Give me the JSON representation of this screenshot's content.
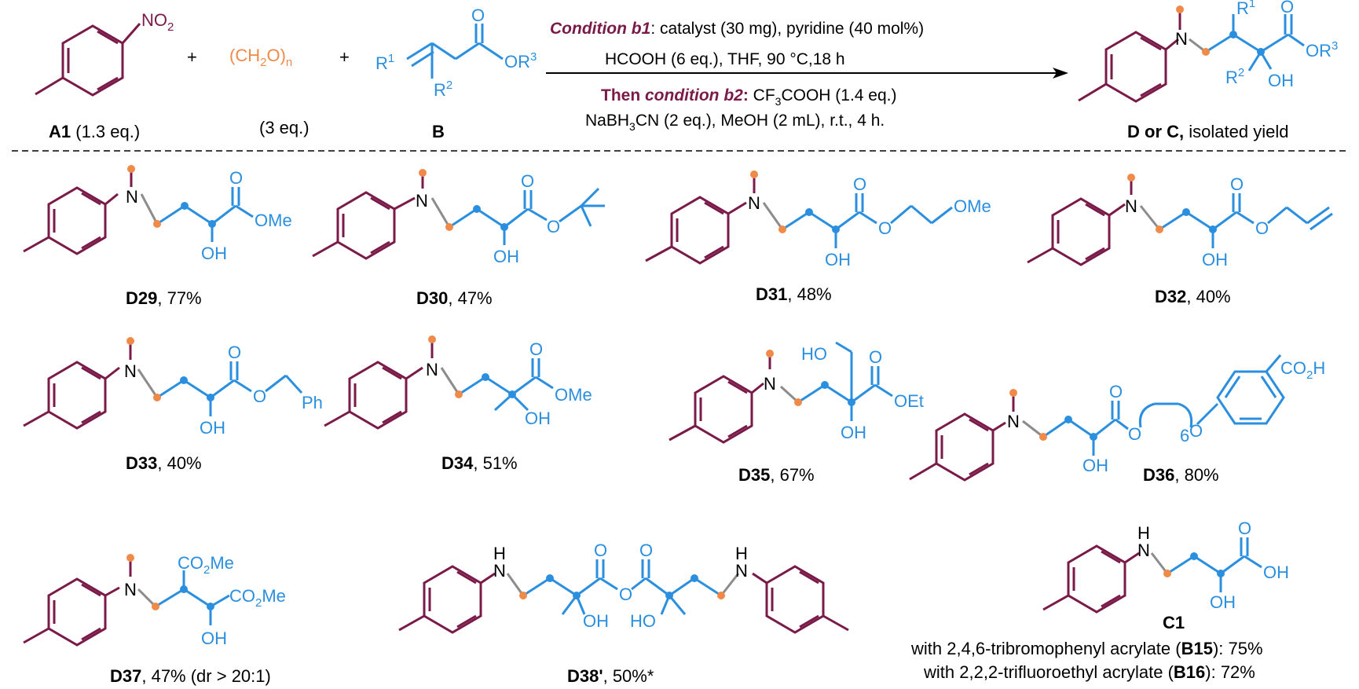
{
  "colors": {
    "aryl": "#7a1a48",
    "chain": "#2b8fe0",
    "formaldehyde": "#f08a48",
    "linker": "#8c8c8c"
  },
  "header": {
    "reactant_a_label": "A1",
    "reactant_a_eq": "(1.3 eq.)",
    "plus": "+",
    "formaldehyde_eq": "(3 eq.)",
    "reactant_b_label": "B",
    "product_label": "D or C,",
    "product_note": "isolated yield"
  },
  "conditions": {
    "b1_title": "Condition b1",
    "b1_text": ": catalyst (30 mg), pyridine (40 mol%)",
    "b1_line2": "HCOOH (6 eq.), THF, 90 °C,18 h",
    "b2_title_prefix": "Then ",
    "b2_title": "condition b2",
    "b2_colon": ": ",
    "b2_reagent": "CF",
    "b2_sub": "3",
    "b2_rest": "COOH (1.4 eq.)",
    "b2_line2_a": "NaBH",
    "b2_line2_sub": "3",
    "b2_line2_b": "CN (2 eq.), MeOH (2 mL), r.t., 4 h."
  },
  "atoms": {
    "NO2": "NO",
    "NO2_sub": "2",
    "CH2O_a": "(CH",
    "CH2O_sub": "2",
    "CH2O_b": "O)",
    "CH2O_n": "n",
    "R1": "R",
    "R1_sup": "1",
    "R2": "R",
    "R2_sup": "2",
    "OR3": "OR",
    "OR3_sup": "3",
    "N": "N",
    "NH": "H",
    "O": "O",
    "OH": "OH",
    "HO": "HO",
    "OMe": "OMe",
    "OEt": "OEt",
    "Ph": "Ph",
    "CO2H": "CO",
    "CO2H_sub": "2",
    "CO2H_end": "H",
    "CO2Me": "CO",
    "CO2Me_sub": "2",
    "CO2Me_end": "Me",
    "n6": "6"
  },
  "compounds": [
    {
      "id": "D29",
      "yield": ", 77%"
    },
    {
      "id": "D30",
      "yield": ", 47%"
    },
    {
      "id": "D31",
      "yield": ", 48%"
    },
    {
      "id": "D32",
      "yield": ", 40%"
    },
    {
      "id": "D33",
      "yield": ", 40%"
    },
    {
      "id": "D34",
      "yield": ", 51%"
    },
    {
      "id": "D35",
      "yield": ", 67%"
    },
    {
      "id": "D36",
      "yield": ", 80%"
    },
    {
      "id": "D37",
      "yield": ", 47% (dr > 20:1)"
    },
    {
      "id": "D38'",
      "yield": ", 50%*"
    },
    {
      "id": "C1",
      "yield": ""
    }
  ],
  "c1_notes": {
    "line1_prefix": "with 2,4,6-tribromophenyl acrylate (",
    "line1_code": "B15",
    "line1_suffix": "): 75%",
    "line2_prefix": "with 2,2,2-trifluoroethyl acrylate (",
    "line2_code": "B16",
    "line2_suffix": "): 72%"
  }
}
